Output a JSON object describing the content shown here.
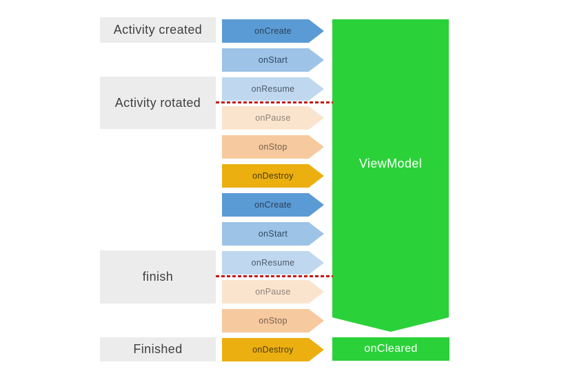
{
  "palette": {
    "gray_box": "#ececec",
    "gray_text": "#3f3f3f",
    "connector": "#c41414",
    "green": "#2bd139",
    "blue_dark": "#5b9bd5",
    "blue_mid": "#9dc3e6",
    "blue_light": "#bfd8ef",
    "peach_light": "#fbe4ce",
    "peach_mid": "#f6c99f",
    "gold": "#ecaf10"
  },
  "left_labels": [
    {
      "text": "Activity created"
    },
    {
      "text": "Activity rotated"
    },
    {
      "text": "finish"
    },
    {
      "text": "Finished"
    }
  ],
  "arrows": [
    {
      "label": "onCreate",
      "color": "#5b9bd5",
      "text_color": "#2c4055"
    },
    {
      "label": "onStart",
      "color": "#9dc3e6",
      "text_color": "#2f4965"
    },
    {
      "label": "onResume",
      "color": "#bfd8ef",
      "text_color": "#4d5a68"
    },
    {
      "label": "onPause",
      "color": "#fbe4ce",
      "text_color": "#8c8478"
    },
    {
      "label": "onStop",
      "color": "#f6c99f",
      "text_color": "#75614c"
    },
    {
      "label": "onDestroy",
      "color": "#ecaf10",
      "text_color": "#463a0a"
    },
    {
      "label": "onCreate",
      "color": "#5b9bd5",
      "text_color": "#2c4055"
    },
    {
      "label": "onStart",
      "color": "#9dc3e6",
      "text_color": "#2f4965"
    },
    {
      "label": "onResume",
      "color": "#bfd8ef",
      "text_color": "#4d5a68"
    },
    {
      "label": "onPause",
      "color": "#fbe4ce",
      "text_color": "#8c8478"
    },
    {
      "label": "onStop",
      "color": "#f6c99f",
      "text_color": "#75614c"
    },
    {
      "label": "onDestroy",
      "color": "#ecaf10",
      "text_color": "#463a0a"
    }
  ],
  "viewmodel": {
    "label": "ViewModel",
    "color": "#2bd139",
    "text_color": "#ffffff"
  },
  "oncleared": {
    "label": "onCleared",
    "color": "#2bd139",
    "text_color": "#ffffff"
  }
}
